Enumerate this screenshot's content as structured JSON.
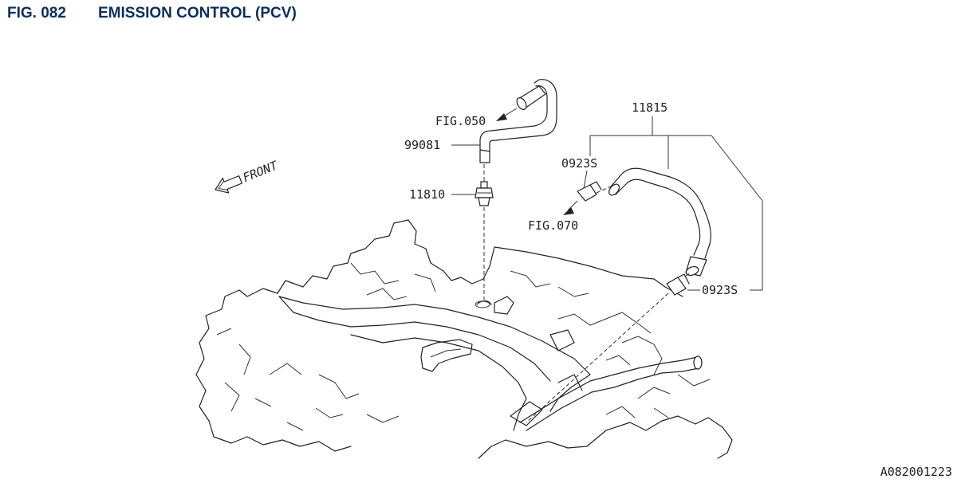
{
  "header": {
    "figure_number": "FIG. 082",
    "title": "EMISSION CONTROL (PCV)"
  },
  "callouts": {
    "front": "FRONT",
    "fig_050": "FIG.050",
    "part_99081": "99081",
    "part_11810": "11810",
    "part_11815": "11815",
    "clamp_upper": "0923S",
    "fig_070": "FIG.070",
    "clamp_lower": "0923S"
  },
  "illustration_code": "A082001223",
  "colors": {
    "header_text": "#0c2e5c",
    "line_art": "#222222",
    "background": "#ffffff"
  }
}
